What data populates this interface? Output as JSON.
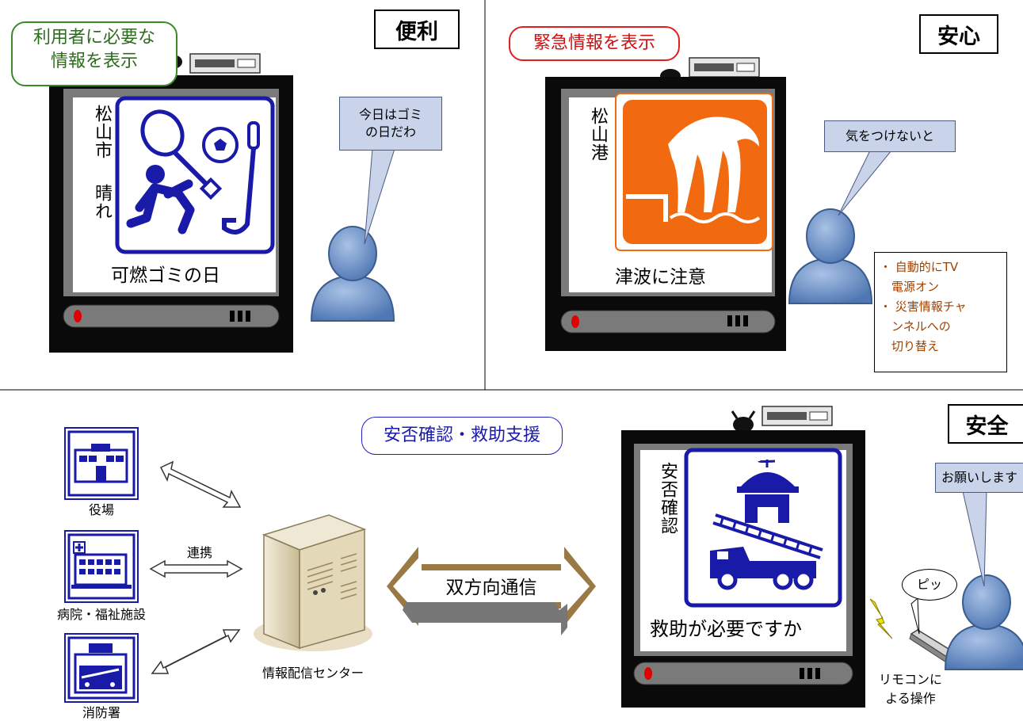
{
  "panels": {
    "convenience": {
      "tag": "便利",
      "headline": "利用者に必要な\n情報を表示",
      "screen_vertical_1": "松山市",
      "screen_vertical_2": "晴れ",
      "screen_caption": "可燃ゴミの日",
      "speech": "今日はゴミ\nの日だわ"
    },
    "security": {
      "tag": "安心",
      "headline": "緊急情報を表示",
      "screen_vertical": "松山港",
      "screen_caption": "津波に注意",
      "speech": "気をつけないと",
      "notes": "・ 自動的にTV\n　電源オン\n・ 災害情報チャ\n　ンネルへの\n　切り替え"
    },
    "safety": {
      "tag": "安全",
      "screen_vertical": "安否確認",
      "screen_caption": "救助が必要ですか",
      "speech": "お願いします",
      "remote_sound": "ピッ",
      "remote_label": "リモコンに\nよる操作"
    },
    "support": {
      "headline": "安否確認・救助支援",
      "town_hall": "役場",
      "hospital": "病院・福祉施設",
      "fire_station": "消防署",
      "link_label": "連携",
      "server_label": "情報配信センター",
      "two_way": "双方向通信"
    }
  },
  "colors": {
    "screen_frame_blue": "#1a1aa8",
    "tsunami_orange": "#f26a0f",
    "speech_fill": "#c9d3ea",
    "person_blue": "#6c90c6",
    "green_border": "#3a8a2a",
    "red_border": "#e02020",
    "notes_text": "#a04000",
    "two_way_arrow": "#9a7a44"
  }
}
